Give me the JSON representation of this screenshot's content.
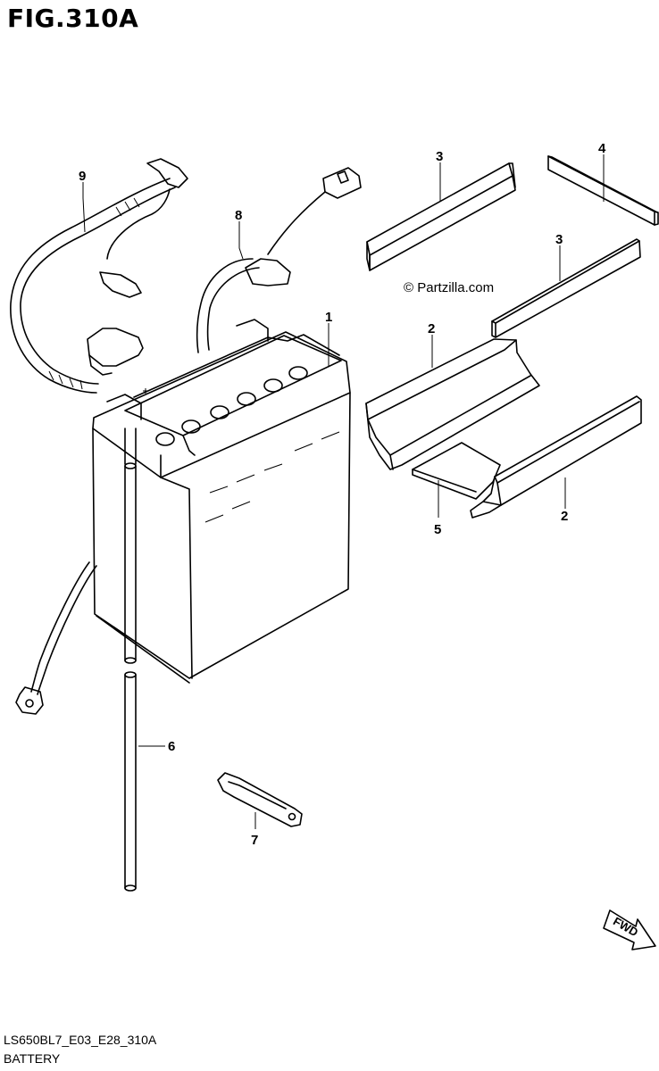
{
  "figure": {
    "title": "FIG.310A",
    "watermark": "© Partzilla.com",
    "model_code": "LS650BL7_E03_E28_310A",
    "section_name": "BATTERY",
    "direction_label": "FWD"
  },
  "callouts": [
    {
      "label": "1",
      "part": "battery"
    },
    {
      "label": "2",
      "part": "battery-tray-upper"
    },
    {
      "label": "2",
      "part": "battery-tray-lower"
    },
    {
      "label": "3",
      "part": "cushion-upper"
    },
    {
      "label": "3",
      "part": "cushion-middle"
    },
    {
      "label": "4",
      "part": "cushion-right"
    },
    {
      "label": "5",
      "part": "pad"
    },
    {
      "label": "6",
      "part": "breather-hose"
    },
    {
      "label": "7",
      "part": "bracket"
    },
    {
      "label": "8",
      "part": "negative-lead"
    },
    {
      "label": "9",
      "part": "positive-lead"
    }
  ]
}
